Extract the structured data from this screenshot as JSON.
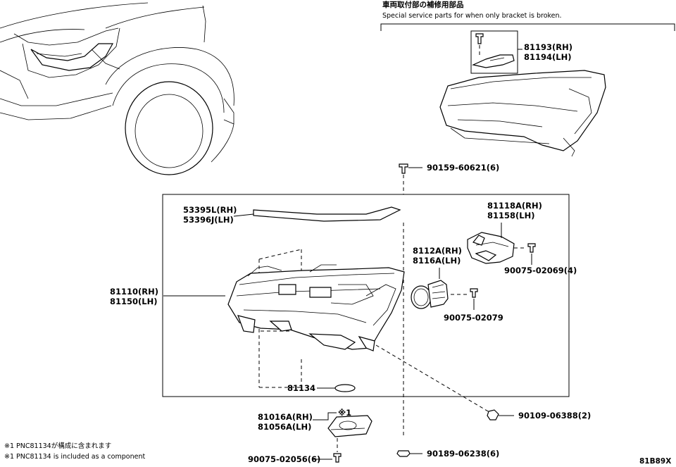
{
  "header": {
    "title_jp": "車両取付部の補修用部品",
    "title_en": "Special service parts for when only bracket is broken."
  },
  "callouts": {
    "bracket_rh": "81193(RH)",
    "bracket_lh": "81194(LH)",
    "screw_top": "90159-60621(6)",
    "trim_rh": "53395L(RH)",
    "trim_lh": "53396J(LH)",
    "unit_rh": "81118A(RH)",
    "unit_lh": "81158(LH)",
    "socket_rh": "8112A(RH)",
    "socket_lh": "8116A(LH)",
    "screw_unit": "90075-02069(4)",
    "screw_socket": "90075-02079",
    "lamp_rh": "81110(RH)",
    "lamp_lh": "81150(LH)",
    "gasket": "81134",
    "nut_right": "90109-06388(2)",
    "computer_rh": "81016A(RH)",
    "computer_lh": "81056A(LH)",
    "note_mark": "※1",
    "screw_bottom": "90075-02056(6)",
    "bolt_bottom": "90189-06238(6)"
  },
  "footnotes": {
    "jp": "※1 PNC81134が構成に含まれます",
    "en": "※1 PNC81134 is included as a component"
  },
  "figure_code": "81B89X"
}
